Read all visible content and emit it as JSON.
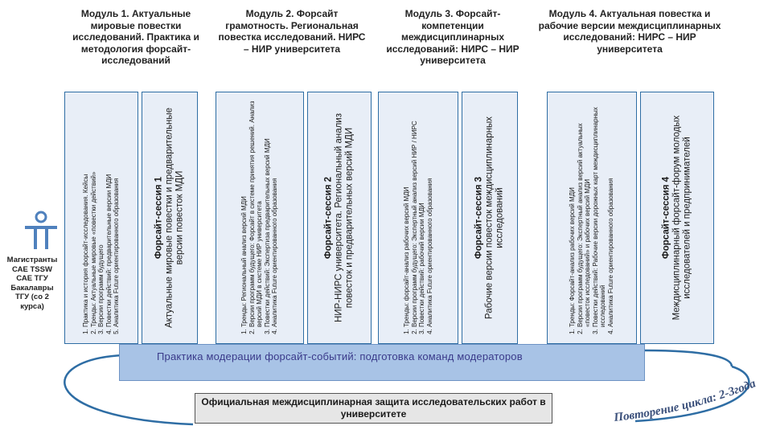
{
  "modules": [
    {
      "title": "Модуль 1. Актуальные мировые повестки исследований. Практика и методология форсайт-исследований"
    },
    {
      "title": "Модуль 2. Форсайт грамотность. Региональная повестка исследований. НИРС – НИР университета"
    },
    {
      "title": "Модуль 3. Форсайт-компетенции междисциплинарных исследований: НИРС – НИР университета"
    },
    {
      "title": "Модуль 4. Актуальная повестка и рабочие версии междисциплинарных исследований: НИРС – НИР университета"
    }
  ],
  "lists": [
    {
      "items": [
        "Практика и история форсайт-исследования. Кейсы",
        "Тренды: Актуальные мировые «повестки действий»",
        "Версии программ будущего",
        "Повестки действий: предварительные версии МДИ",
        "Аналитика Future ориентированного образования"
      ]
    },
    {
      "items": [
        "Тренды: Региональный анализ версий МДИ",
        "Версии программ будущего: Форсайт в системе принятия решений. Анализ версий МДИ в системе НИР университета",
        "Повестки действий: Экспертиза предварительных версий МДИ",
        "Аналитика Future ориентированного образования"
      ]
    },
    {
      "items": [
        "Тренды: форсайт-анализ рабочих версий МДИ",
        "Версии программ будущего: Экспертный анализ версий НИР / НИРС",
        "Повестки действий: рабочий версии МДИ",
        "Аналитика Future ориентированного образования"
      ]
    },
    {
      "items": [
        "Тренды: Форсайт-анализ рабочих версий МДИ",
        "Версии программ будущего: Экспертный анализ версий актуальных «повесток исследований» и рабочих версий МДИ",
        "Повестки действий: Рабочие версии дорожных карт междисциплинарных исследований",
        "Аналитика Future ориентированного образования"
      ]
    }
  ],
  "sessions": [
    {
      "title": "Форсайт-сессия 1",
      "text": "Актуальные мировые повестки и предварительные версии повесток МДИ"
    },
    {
      "title": "Форсайт-сессия 2",
      "text": "НИР-НИРС университета. Региональный анализ повесток и предварительных версий МДИ"
    },
    {
      "title": "Форсайт-сессия 3",
      "text": "Рабочие версии повесток междисциплинарных исследований"
    },
    {
      "title": "Форсайт-сессия 4",
      "text": "Междисциплинарный форсайт-форум молодых исследователей и предпринимателей"
    }
  ],
  "participants": "Магистранты САЕ TSSW САЕ ТГУ Бакалавры ТГУ (со 2 курса)",
  "practice": "Практика модерации форсайт-событий: подготовка команд модераторов",
  "defense": "Официальная междисциплинарная защита исследовательских работ в университете",
  "repeat": "Повторение цикла: 2-3года",
  "colors": {
    "accent": "#4f81bd",
    "light": "#e8eef7",
    "band": "#a8c3e6",
    "outline": "#2e6da4",
    "arrow": "#4f81bd"
  }
}
